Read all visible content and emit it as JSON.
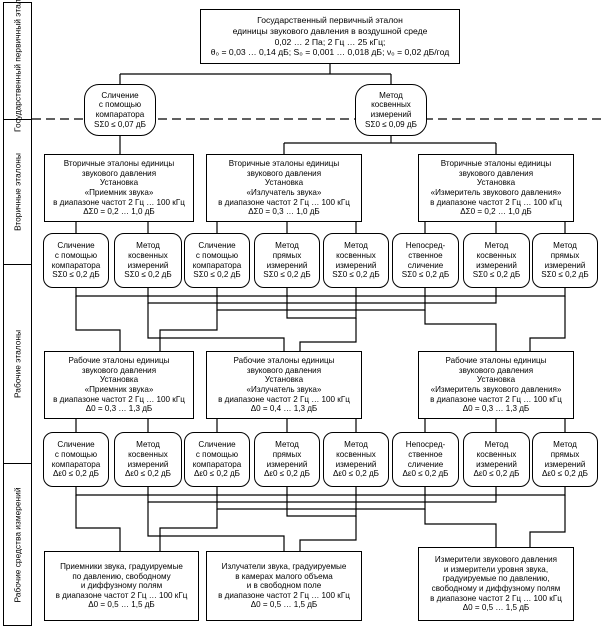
{
  "sidebar": {
    "primary": "Государственный первичный эталон",
    "secondary": "Вторичные эталоны",
    "working": "Рабочие эталоны",
    "instruments": "Рабочие средства измерений"
  },
  "primary_standard": {
    "lines": [
      "Государственный первичный эталон",
      "единицы звукового давления в воздушной среде",
      "0,02 … 2 Па; 2 Гц … 25 кГц;",
      "θ₀ = 0,03 … 0,14 дБ; S₀ = 0,001 … 0,018 дБ; ν₀ = 0,02 дБ/год"
    ]
  },
  "transfer_methods": [
    {
      "lines": [
        "Сличение",
        "с помощью",
        "компаратора",
        "SΣ0 ≤ 0,07 дБ"
      ]
    },
    {
      "lines": [
        "Метод",
        "косвенных",
        "измерений",
        "SΣ0 ≤ 0,09 дБ"
      ]
    }
  ],
  "secondary_standards": [
    {
      "lines": [
        "Вторичные эталоны единицы",
        "звукового давления",
        "Установка",
        "«Приемник звука»",
        "в диапазоне частот 2 Гц … 100 кГц",
        "ΔΣ0 = 0,2 … 1,0 дБ"
      ]
    },
    {
      "lines": [
        "Вторичные эталоны единицы",
        "звукового давления",
        "Установка",
        "«Излучатель звука»",
        "в диапазоне частот 2 Гц … 100 кГц",
        "ΔΣ0 = 0,3 … 1,0 дБ"
      ]
    },
    {
      "lines": [
        "Вторичные эталоны единицы",
        "звукового давления",
        "Установка",
        "«Измеритель звукового давления»",
        "в диапазоне частот 2 Гц … 100 кГц",
        "ΔΣ0 = 0,2 … 1,0 дБ"
      ]
    }
  ],
  "secondary_methods": [
    {
      "lines": [
        "Сличение",
        "с помощью",
        "компаратора",
        "SΣ0 ≤ 0,2 дБ"
      ]
    },
    {
      "lines": [
        "Метод",
        "косвенных",
        "измерений",
        "SΣ0 ≤ 0,2 дБ"
      ]
    },
    {
      "lines": [
        "Сличение",
        "с помощью",
        "компаратора",
        "SΣ0 ≤ 0,2 дБ"
      ]
    },
    {
      "lines": [
        "Метод",
        "прямых",
        "измерений",
        "SΣ0 ≤ 0,2 дБ"
      ]
    },
    {
      "lines": [
        "Метод",
        "косвенных",
        "измерений",
        "SΣ0 ≤ 0,2 дБ"
      ]
    },
    {
      "lines": [
        "Непосред-",
        "ственное",
        "сличение",
        "SΣ0 ≤ 0,2 дБ"
      ]
    },
    {
      "lines": [
        "Метод",
        "косвенных",
        "измерений",
        "SΣ0 ≤ 0,2 дБ"
      ]
    },
    {
      "lines": [
        "Метод",
        "прямых",
        "измерений",
        "SΣ0 ≤ 0,2 дБ"
      ]
    }
  ],
  "working_standards": [
    {
      "lines": [
        "Рабочие эталоны единицы",
        "звукового давления",
        "Установка",
        "«Приемник звука»",
        "в диапазоне частот 2 Гц … 100 кГц",
        "Δ0 = 0,3 … 1,3 дБ"
      ]
    },
    {
      "lines": [
        "Рабочие эталоны единицы",
        "звукового давления",
        "Установка",
        "«Излучатель звука»",
        "в диапазоне частот 2 Гц … 100 кГц",
        "Δ0 = 0,4 … 1,3 дБ"
      ]
    },
    {
      "lines": [
        "Рабочие эталоны единицы",
        "звукового давления",
        "Установка",
        "«Измеритель звукового давления»",
        "в диапазоне частот 2 Гц … 100 кГц",
        "Δ0 = 0,3 … 1,3 дБ"
      ]
    }
  ],
  "working_methods": [
    {
      "lines": [
        "Сличение",
        "с помощью",
        "компаратора",
        "Δε0 ≤ 0,2 дБ"
      ]
    },
    {
      "lines": [
        "Метод",
        "косвенных",
        "измерений",
        "Δε0 ≤ 0,2 дБ"
      ]
    },
    {
      "lines": [
        "Сличение",
        "с помощью",
        "компаратора",
        "Δε0 ≤ 0,2 дБ"
      ]
    },
    {
      "lines": [
        "Метод",
        "прямых",
        "измерений",
        "Δε0 ≤ 0,2 дБ"
      ]
    },
    {
      "lines": [
        "Метод",
        "косвенных",
        "измерений",
        "Δε0 ≤ 0,2 дБ"
      ]
    },
    {
      "lines": [
        "Непосред-",
        "ственное",
        "сличение",
        "Δε0 ≤ 0,2 дБ"
      ]
    },
    {
      "lines": [
        "Метод",
        "косвенных",
        "измерений",
        "Δε0 ≤ 0,2 дБ"
      ]
    },
    {
      "lines": [
        "Метод",
        "прямых",
        "измерений",
        "Δε0 ≤ 0,2 дБ"
      ]
    }
  ],
  "instruments": [
    {
      "lines": [
        "Приемники звука, градуируемые",
        "по давлению, свободному",
        "и диффузному полям",
        "в диапазоне частот 2 Гц … 100 кГц",
        "Δ0 = 0,5 … 1,5 дБ"
      ]
    },
    {
      "lines": [
        "Излучатели звука, градуируемые",
        "в камерах малого объема",
        "и в свободном поле",
        "в диапазоне частот 2 Гц … 100 кГц",
        "Δ0 = 0,5 … 1,5 дБ"
      ]
    },
    {
      "lines": [
        "Измерители звукового давления",
        "и измерители уровня звука,",
        "градуируемые по давлению,",
        "свободному и диффузному полям",
        "в диапазоне частот 2 Гц … 100 кГц",
        "Δ0 = 0,5 … 1,5 дБ"
      ]
    }
  ]
}
